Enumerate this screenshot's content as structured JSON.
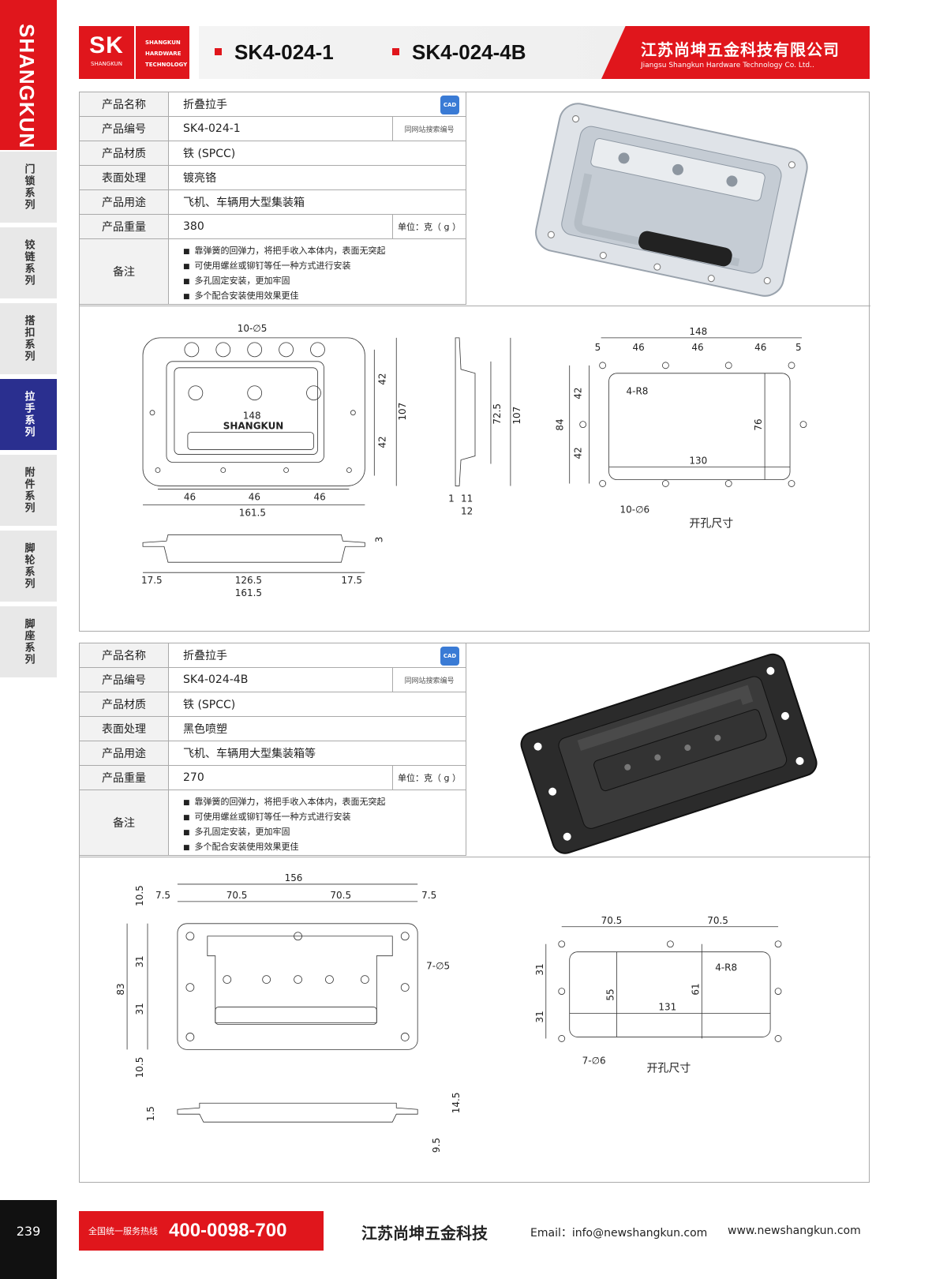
{
  "sidebar": {
    "brand": "SHANGKUN",
    "categories": [
      "门锁系列",
      "铰链系列",
      "搭扣系列",
      "拉手系列",
      "附件系列",
      "脚轮系列",
      "脚座系列"
    ],
    "active_index": 3,
    "page_number": "239"
  },
  "header": {
    "logo_mark": "SK",
    "logo_sub": "SHANGKUN",
    "logo_words": [
      "SHANGKUN",
      "HARDWARE",
      "TECHNOLOGY"
    ],
    "models": [
      "SK4-024-1",
      "SK4-024-4B"
    ],
    "company_cn": "江苏尚坤五金科技有限公司",
    "company_en": "Jiangsu Shangkun Hardware Technology Co. Ltd.."
  },
  "colors": {
    "brand_red": "#e0161c",
    "active_nav": "#2a2f8f"
  },
  "labels": {
    "name": "产品名称",
    "code": "产品编号",
    "material": "产品材质",
    "finish": "表面处理",
    "usage": "产品用途",
    "weight": "产品重量",
    "remarks": "备注",
    "search_hint": "同网站搜索编号",
    "unit": "单位：克（ g ）",
    "cad": "CAD",
    "cutout": "开孔尺寸"
  },
  "products": [
    {
      "name": "折叠拉手",
      "code": "SK4-024-1",
      "material": "铁 (SPCC)",
      "finish": "镀亮铬",
      "usage": "飞机、车辆用大型集装箱",
      "weight": "380",
      "notes": [
        "靠弹簧的回弹力，将把手收入本体内，表面无突起",
        "可使用螺丝或铆钉等任一种方式进行安装",
        "多孔固定安装，更加牢固",
        "多个配合安装使用效果更佳"
      ],
      "drawing": {
        "top_holes": "10-∅5",
        "width": "161.5",
        "inner": "148",
        "spacing": [
          "46",
          "46",
          "46"
        ],
        "half_h": [
          "42",
          "42"
        ],
        "height": "107",
        "brand_text": "SHANGKUN",
        "side": [
          "72.5",
          "107",
          "1",
          "11",
          "12"
        ],
        "bottom": [
          "3",
          "17.5",
          "126.5",
          "17.5",
          "161.5"
        ],
        "cut": {
          "width": "148",
          "pitch": [
            "5",
            "46",
            "46",
            "46",
            "5"
          ],
          "radius": "4-R8",
          "h": [
            "42",
            "42"
          ],
          "total_h": "84",
          "inner_h": "76",
          "inner_w": "130",
          "holes": "10-∅6"
        }
      }
    },
    {
      "name": "折叠拉手",
      "code": "SK4-024-4B",
      "material": "铁 (SPCC)",
      "finish": "黑色喷塑",
      "usage": "飞机、车辆用大型集装箱等",
      "weight": "270",
      "notes": [
        "靠弹簧的回弹力，将把手收入本体内，表面无突起",
        "可使用螺丝或铆钉等任一种方式进行安装",
        "多孔固定安装，更加牢固",
        "多个配合安装使用效果更佳"
      ],
      "drawing": {
        "width": "156",
        "pitch": [
          "7.5",
          "70.5",
          "70.5",
          "7.5"
        ],
        "holes": "7-∅5",
        "v": [
          "10.5",
          "31",
          "31",
          "10.5"
        ],
        "height": "83",
        "side": [
          "1.5",
          "14.5",
          "9.5"
        ],
        "cut": {
          "pitch": [
            "70.5",
            "70.5"
          ],
          "radius": "4-R8",
          "h": [
            "31",
            "31"
          ],
          "inner_h": "55",
          "h2": "61",
          "inner_w": "131",
          "holes": "7-∅6"
        }
      }
    }
  ],
  "footer": {
    "hotline_label": "全国统一服务热线",
    "hotline": "400-0098-700",
    "company": "江苏尚坤五金科技",
    "email": "Email：info@newshangkun.com",
    "web": "www.newshangkun.com"
  }
}
